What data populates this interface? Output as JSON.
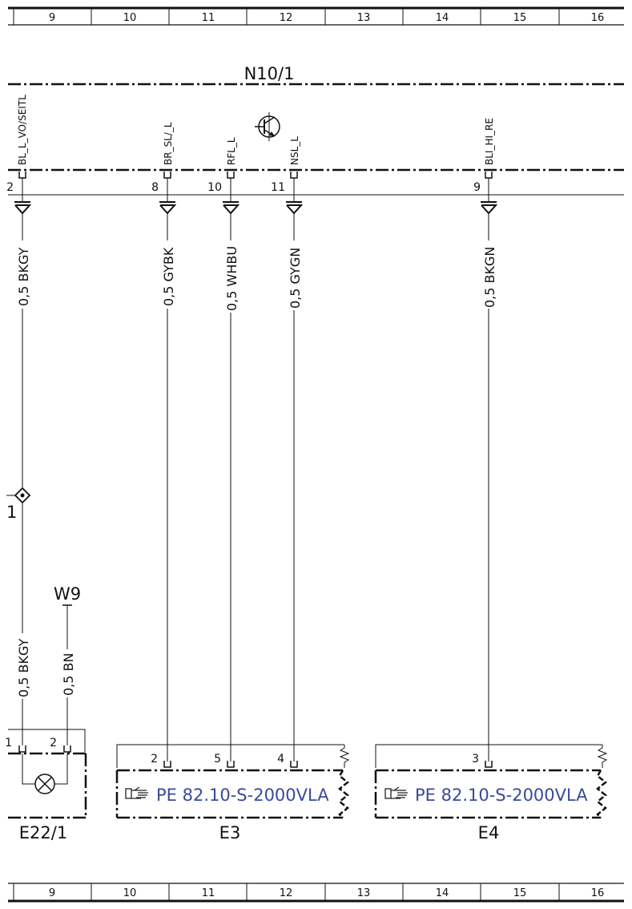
{
  "grid_top": [
    "9",
    "10",
    "11",
    "12",
    "13",
    "14",
    "15",
    "16"
  ],
  "grid_bottom": [
    "9",
    "10",
    "11",
    "12",
    "13",
    "14",
    "15",
    "16"
  ],
  "module": {
    "name": "N10/1",
    "pins": [
      {
        "pin": "2",
        "signal": "BL_L_VO/SEITL",
        "wire": "0,5 BKGY"
      },
      {
        "pin": "8",
        "signal": "BR_SL/_L",
        "wire": "0,5 GYBK"
      },
      {
        "pin": "10",
        "signal": "RFL_L",
        "wire": "0,5 WHBU"
      },
      {
        "pin": "11",
        "signal": "NSL_L",
        "wire": "0,5 GYGN"
      },
      {
        "pin": "9",
        "signal": "BLI_HI_RE",
        "wire": "0,5 BKGN"
      }
    ]
  },
  "splice_ref": "1",
  "ground": {
    "name": "W9"
  },
  "e22": {
    "name": "E22/1",
    "pins": [
      {
        "pin": "1",
        "wire": "0,5 BKGY"
      },
      {
        "pin": "2",
        "wire": "0,5 BN"
      }
    ]
  },
  "e3": {
    "name": "E3",
    "pins": [
      "2",
      "5",
      "4"
    ],
    "ref": "PE 82.10-S-2000VLA"
  },
  "e4": {
    "name": "E4",
    "pins": [
      "3"
    ],
    "ref": "PE 82.10-S-2000VLA"
  }
}
